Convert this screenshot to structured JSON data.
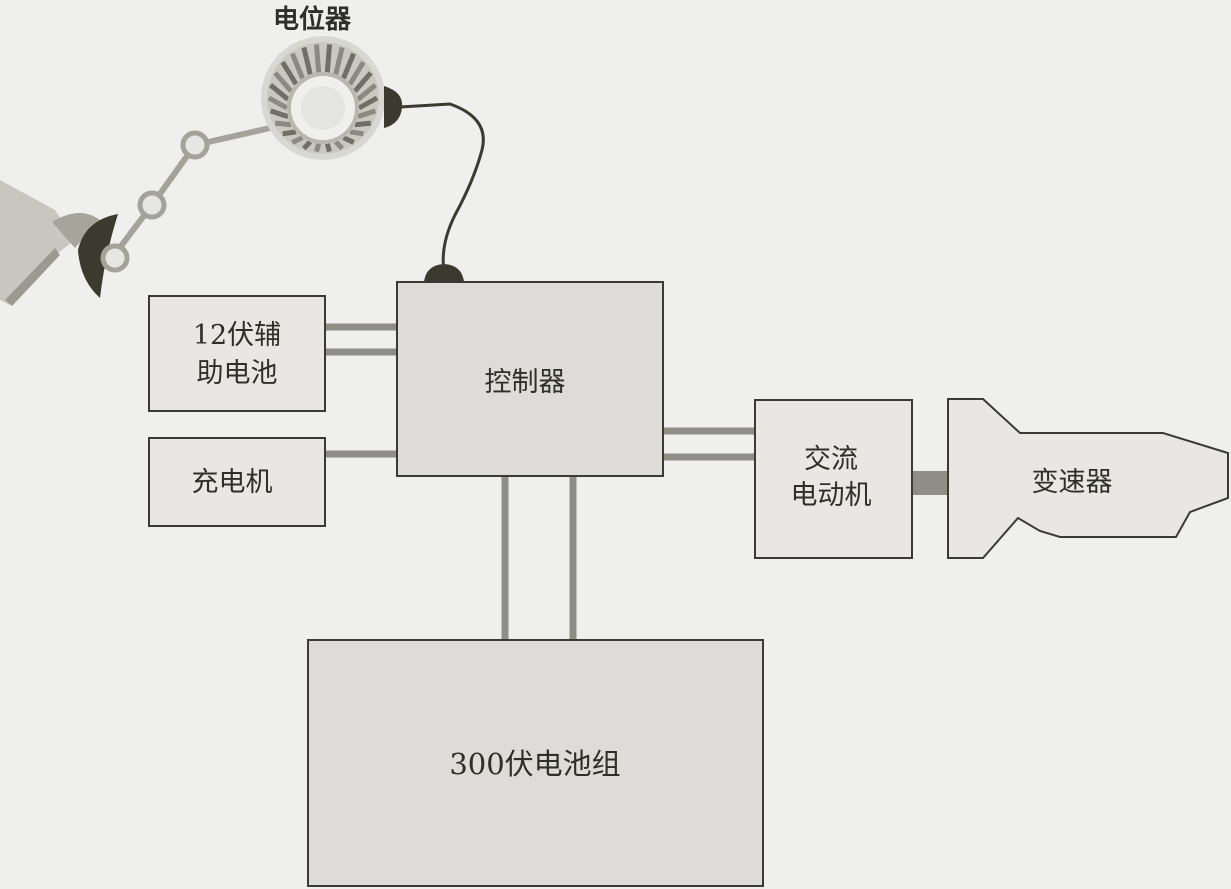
{
  "labels": {
    "potentiometer": "电位器",
    "aux_battery_line1": "12伏辅",
    "aux_battery_line2": "助电池",
    "charger": "充电机",
    "controller": "控制器",
    "ac_motor_line1": "交流",
    "ac_motor_line2": "电动机",
    "transmission": "变速器",
    "battery_pack": "300伏电池组"
  },
  "colors": {
    "background": "#efefed",
    "box_fill": "#dddcd8",
    "box_stroke": "#3b3b35",
    "wire": "#8e8e86",
    "dark_accent": "#3a3a2e",
    "pedal_gray": "#b5b5ad"
  },
  "icons": {
    "potentiometer": "potentiometer-dial-icon",
    "pedal": "accelerator-pedal-icon"
  }
}
